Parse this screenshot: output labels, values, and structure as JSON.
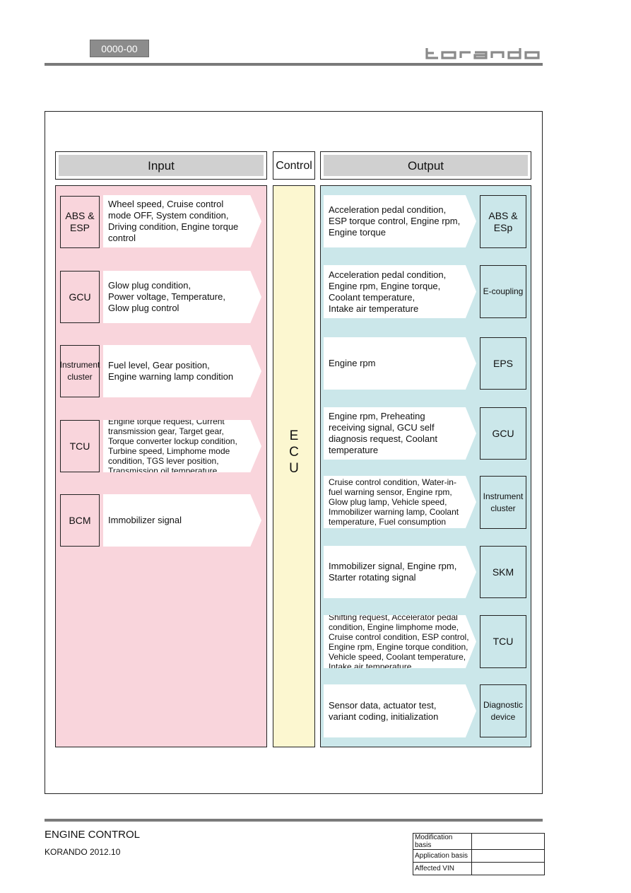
{
  "header": {
    "page_code": "0000-00",
    "logo_text": "korando"
  },
  "columns": {
    "input": "Input",
    "control": "Control",
    "output": "Output"
  },
  "ecu_letters": [
    "E",
    "C",
    "U"
  ],
  "inputs": [
    {
      "module": "ABS &\nESP",
      "signals": "Wheel speed, Cruise control mode OFF, System condition, Driving condition, Engine torque control"
    },
    {
      "module": "GCU",
      "signals": "Glow plug condition,\nPower voltage, Temperature,\nGlow plug control"
    },
    {
      "module": "Instrument\ncluster",
      "signals": "Fuel level, Gear position,\nEngine warning lamp condition"
    },
    {
      "module": "TCU",
      "signals": "Engine torque request, Current transmission gear, Target gear, Torque converter lockup condition, Turbine speed, Limphome mode condition, TGS lever position, Transmission oil temperature"
    },
    {
      "module": "BCM",
      "signals": "Immobilizer signal"
    }
  ],
  "outputs": [
    {
      "module": "ABS &\nESp",
      "signals": "Acceleration pedal condition,\nESP torque control, Engine rpm,\nEngine torque"
    },
    {
      "module": "E-coupling",
      "signals": "Acceleration pedal condition,\nEngine rpm, Engine torque,\nCoolant temperature,\nIntake air temperature"
    },
    {
      "module": "EPS",
      "signals": "Engine rpm"
    },
    {
      "module": "GCU",
      "signals": "Engine rpm, Preheating receiving signal, GCU self diagnosis request, Coolant temperature"
    },
    {
      "module": "Instrument\ncluster",
      "signals": "Cruise control condition, Water-in-fuel warning sensor, Engine rpm, Glow plug lamp, Vehicle speed, Immobilizer warning lamp, Coolant temperature, Fuel consumption"
    },
    {
      "module": "SKM",
      "signals": "Immobilizer signal, Engine rpm,\nStarter rotating signal"
    },
    {
      "module": "TCU",
      "signals": "Shifting request, Accelerator pedal condition, Engine limphome mode, Cruise control condition, ESP control, Engine rpm, Engine torque condition, Vehicle speed, Coolant temperature, Intake air temperature"
    },
    {
      "module": "Diagnostic\ndevice",
      "signals": "Sensor data, actuator test,\nvariant coding, initialization"
    }
  ],
  "footer": {
    "title": "ENGINE CONTROL",
    "subtitle": "KORANDO 2012.10",
    "table": [
      {
        "label": "Modification basis",
        "value": ""
      },
      {
        "label": "Application basis",
        "value": ""
      },
      {
        "label": "Affected VIN",
        "value": ""
      }
    ]
  }
}
